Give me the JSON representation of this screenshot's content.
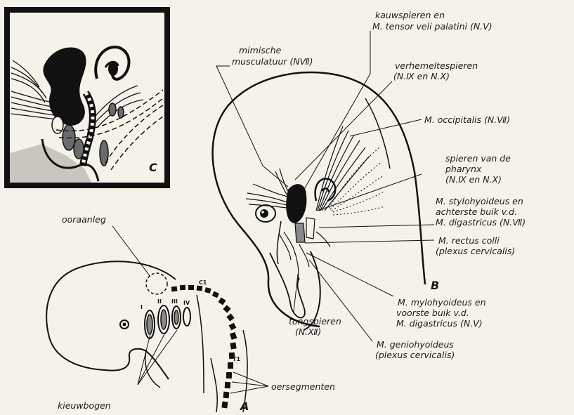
{
  "panels": {
    "a": "A",
    "b": "B",
    "c": "C"
  },
  "embryo_a": {
    "ooraanleg": "ooraanleg",
    "c1": "C1",
    "t1": "T1",
    "arch_i": "I",
    "arch_ii": "II",
    "arch_iii": "III",
    "arch_iv": "IV",
    "oersegmenten": "oersegmenten",
    "kieuwbogen": "kieuwbogen"
  },
  "labels": {
    "kauw_1": "kauwspieren en",
    "kauw_2": "M. tensor veli palatini (N.Ⅴ)",
    "mimische_1": "mimische",
    "mimische_2": "musculatuur (NⅦ)",
    "verhemelte_1": "verhemeltespieren",
    "verhemelte_2": "(N.Ⅸ en N.Ⅹ)",
    "occipitalis": "M. occipitalis (N.Ⅶ)",
    "pharynx_1": "spieren van de",
    "pharynx_2": "pharynx",
    "pharynx_3": "(N.Ⅸ en N.Ⅹ)",
    "stylo_1": "M. stylohyoideus en",
    "stylo_2": "achterste buik v.d.",
    "stylo_3": "M. digastricus (N.Ⅶ)",
    "rectus_1": "M. rectus colli",
    "rectus_2": "(plexus cervicalis)",
    "mylo_1": "M. mylohyoideus en",
    "mylo_2": "voorste buik v.d.",
    "mylo_3": "M. digastricus (N.Ⅴ)",
    "tong_1": "tongspieren",
    "tong_2": "(N.Ⅻ)",
    "genio_1": "M. geniohyoideus",
    "genio_2": "(plexus cervicalis)"
  }
}
